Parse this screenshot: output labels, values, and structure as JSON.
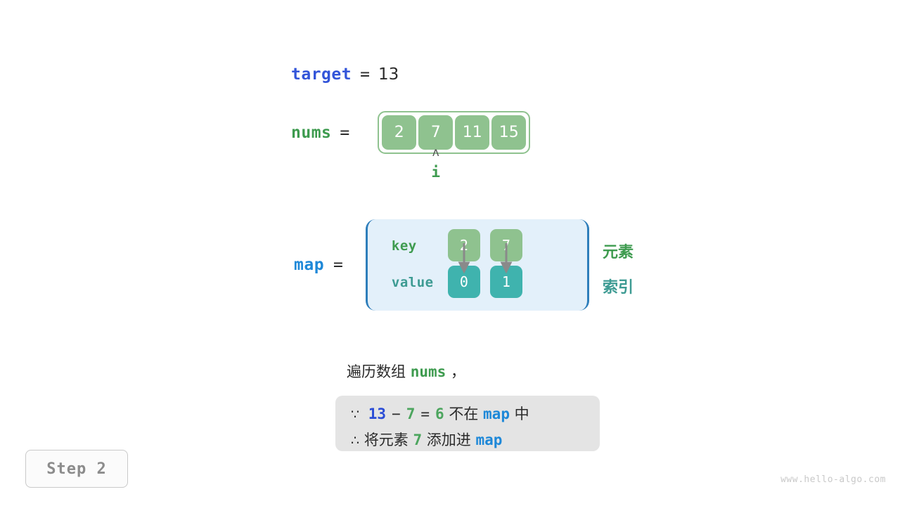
{
  "target": {
    "name": "target",
    "equals": "=",
    "value": "13"
  },
  "nums": {
    "name": "nums",
    "equals": "=",
    "cells": [
      "2",
      "7",
      "11",
      "15"
    ],
    "pointer": {
      "caret": "ʌ",
      "label": "i",
      "index": 1
    }
  },
  "map": {
    "name": "map",
    "equals": "=",
    "row_labels": {
      "key": "key",
      "value": "value"
    },
    "entries": [
      {
        "key": "2",
        "value": "0"
      },
      {
        "key": "7",
        "value": "1"
      }
    ],
    "annotations": {
      "key_side": "元素",
      "value_side": "索引"
    }
  },
  "caption": {
    "prefix": "遍历数组 ",
    "code": "nums",
    "suffix": " ，"
  },
  "reason": {
    "line1": {
      "symbol": "∵",
      "a": "13",
      "minus": "−",
      "b": "7",
      "eq": "=",
      "result": "6",
      "mid": " 不在 ",
      "map": "map",
      "end": " 中"
    },
    "line2": {
      "symbol": "∴",
      "pre": " 将元素 ",
      "elem": "7",
      "mid": " 添加进 ",
      "map": "map"
    }
  },
  "step_badge": {
    "label": "Step 2"
  },
  "watermark": {
    "text": "www.hello-algo.com"
  },
  "colors": {
    "target_blue": "#3355d9",
    "nums_green": "#3e9b4f",
    "map_blue": "#1e88d8",
    "cell_green": "#8fc28f",
    "cell_teal": "#3fb3ae",
    "map_bg": "#e3f0fa",
    "map_border": "#2e7ebb",
    "reason_bg": "#e4e4e4",
    "arrow_gray": "#8a8a8a",
    "annot_green": "#3e9b4f",
    "annot_teal": "#3d9b93"
  }
}
